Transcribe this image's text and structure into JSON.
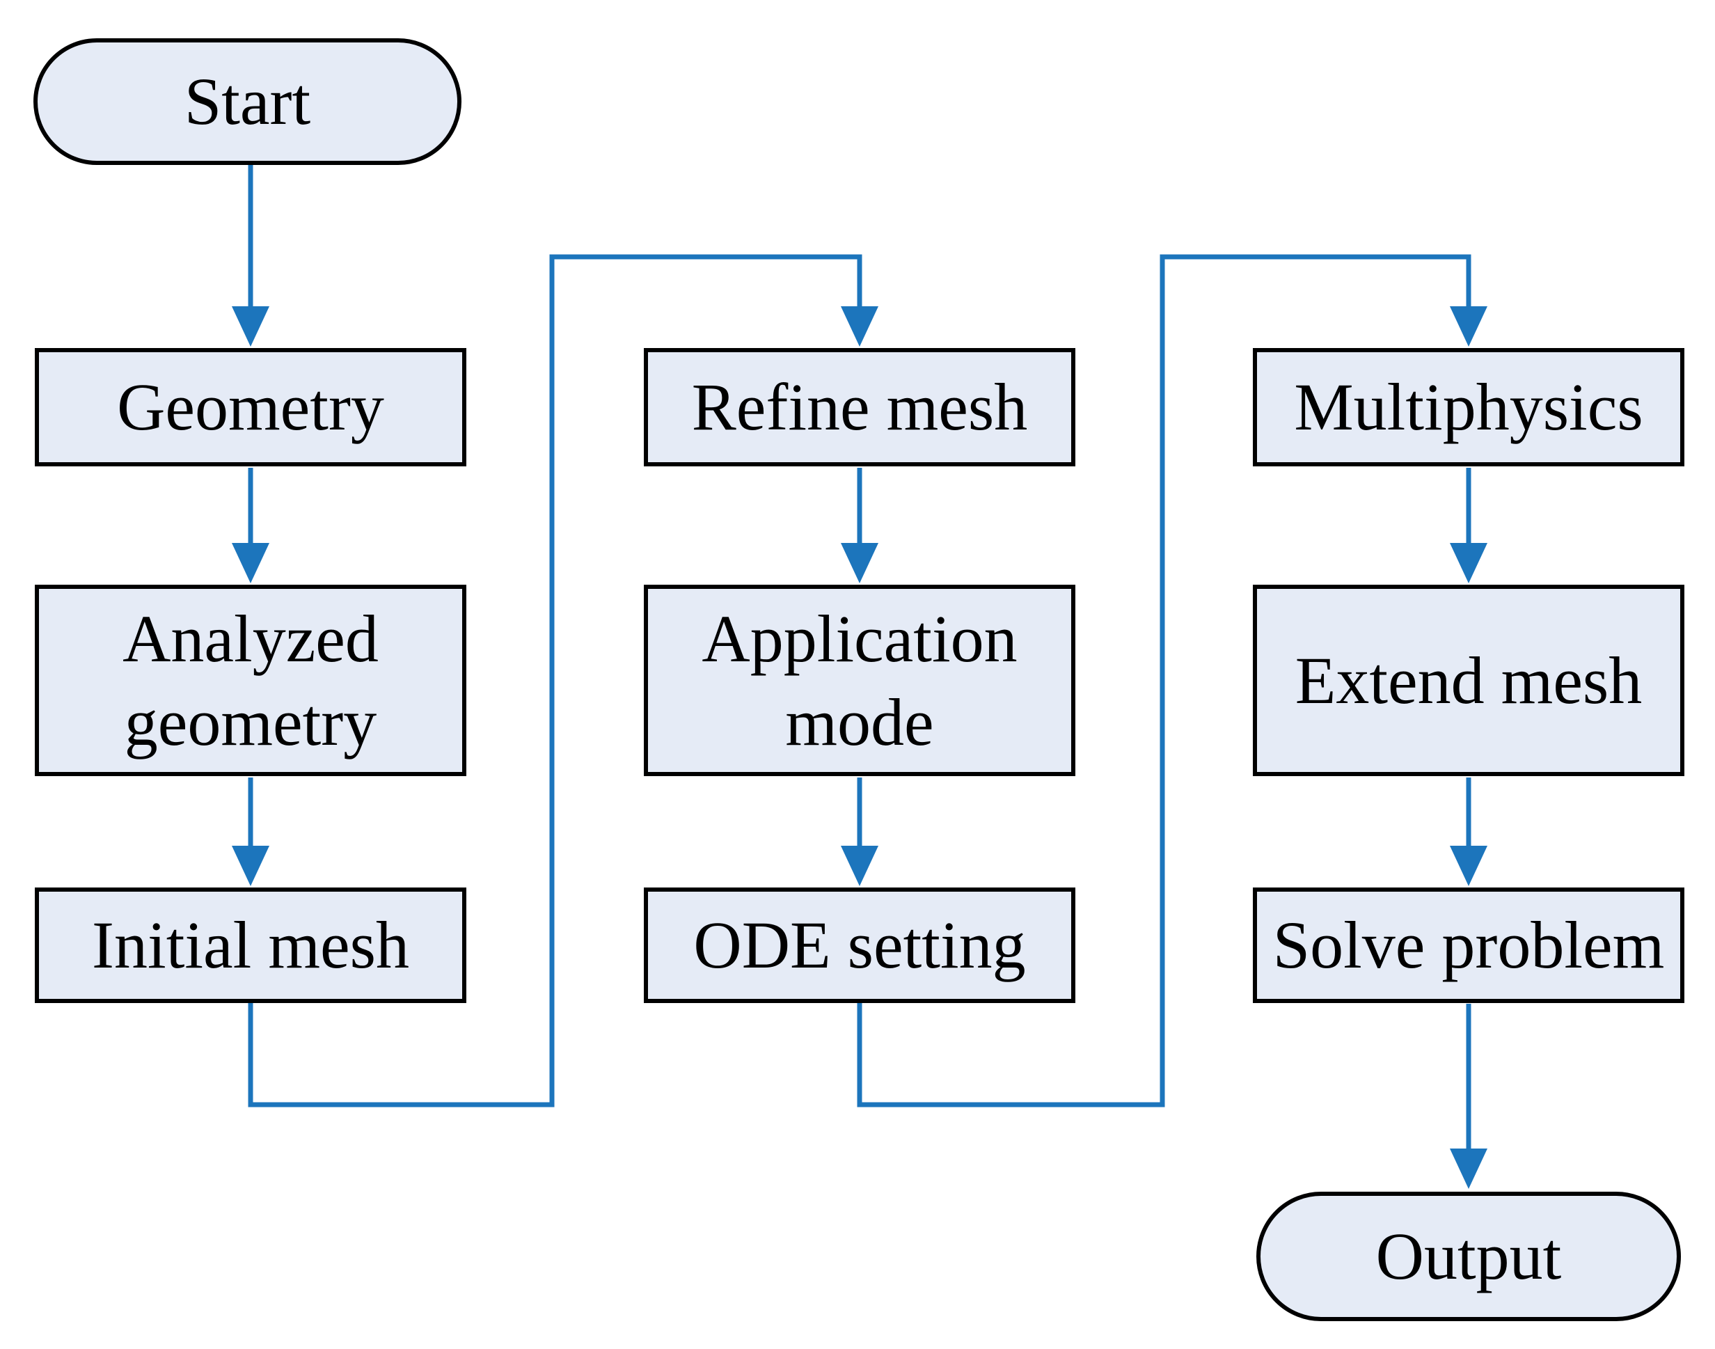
{
  "flowchart": {
    "background": "#FFFFFF",
    "colors": {
      "node_fill": "#E5EBF6",
      "node_border": "#000000",
      "arrow": "#1C75BC",
      "text": "#000000"
    },
    "nodes": {
      "start": {
        "label": "Start",
        "type": "terminator"
      },
      "geometry": {
        "label": "Geometry",
        "type": "process"
      },
      "analyzed_geometry": {
        "label": "Analyzed geometry",
        "type": "process"
      },
      "initial_mesh": {
        "label": "Initial mesh",
        "type": "process"
      },
      "refine_mesh": {
        "label": "Refine mesh",
        "type": "process"
      },
      "application_mode": {
        "label": "Application mode",
        "type": "process"
      },
      "ode_setting": {
        "label": "ODE setting",
        "type": "process"
      },
      "multiphysics": {
        "label": "Multiphysics",
        "type": "process"
      },
      "extend_mesh": {
        "label": "Extend mesh",
        "type": "process"
      },
      "solve_problem": {
        "label": "Solve problem",
        "type": "process"
      },
      "output": {
        "label": "Output",
        "type": "terminator"
      }
    },
    "edges": [
      {
        "from": "start",
        "to": "geometry"
      },
      {
        "from": "geometry",
        "to": "analyzed_geometry"
      },
      {
        "from": "analyzed_geometry",
        "to": "initial_mesh"
      },
      {
        "from": "initial_mesh",
        "to": "refine_mesh"
      },
      {
        "from": "refine_mesh",
        "to": "application_mode"
      },
      {
        "from": "application_mode",
        "to": "ode_setting"
      },
      {
        "from": "ode_setting",
        "to": "multiphysics"
      },
      {
        "from": "multiphysics",
        "to": "extend_mesh"
      },
      {
        "from": "extend_mesh",
        "to": "solve_problem"
      },
      {
        "from": "solve_problem",
        "to": "output"
      }
    ]
  }
}
